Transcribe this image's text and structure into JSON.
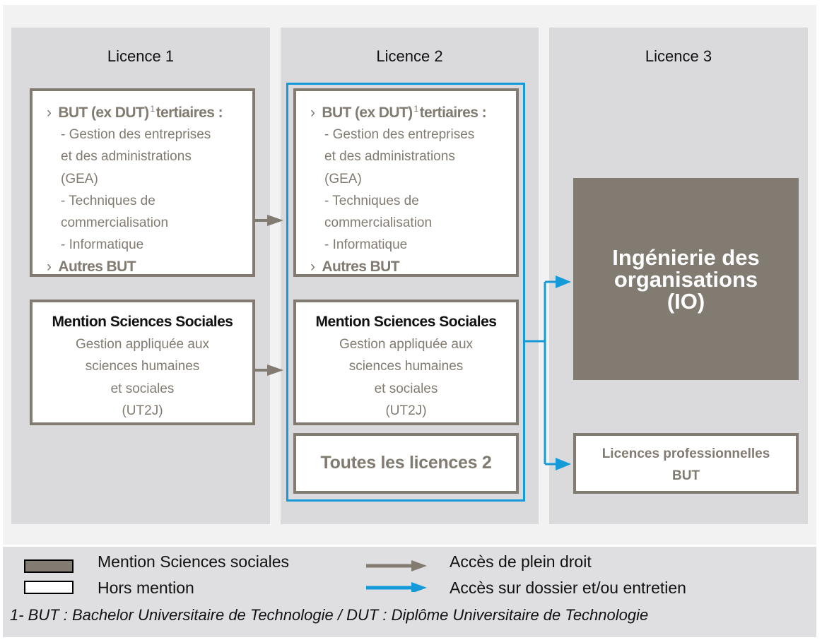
{
  "columns": [
    {
      "title": "Licence 1",
      "but_box": {
        "chevron": "›",
        "heading_pre": "BUT (ex DUT)",
        "footnote_ref": "1",
        "heading_post": "tertiaires :",
        "lines": [
          "- Gestion des entreprises",
          "et des administrations",
          "(GEA)",
          "- Techniques de",
          "commercialisation",
          "- Informatique"
        ],
        "other": "Autres BUT"
      },
      "mention_box": {
        "title": "Mention Sciences Sociales",
        "lines": [
          "Gestion appliquée aux",
          "sciences humaines",
          "et sociales",
          "(UT2J)"
        ]
      }
    },
    {
      "title": "Licence 2",
      "but_box": {
        "chevron": "›",
        "heading_pre": "BUT (ex DUT)",
        "footnote_ref": "1",
        "heading_post": "tertiaires :",
        "lines": [
          "- Gestion des entreprises",
          "et des administrations",
          "(GEA)",
          "- Techniques de",
          "commercialisation",
          "- Informatique"
        ],
        "other": "Autres BUT"
      },
      "mention_box": {
        "title": "Mention Sciences Sociales",
        "lines": [
          "Gestion appliquée aux",
          "sciences humaines",
          "et sociales",
          "(UT2J)"
        ]
      },
      "all_box": "Toutes les licences 2"
    },
    {
      "title": "Licence 3",
      "io_box": [
        "Ingénierie des",
        "organisations",
        "(IO)"
      ],
      "lp_box": [
        "Licences professionnelles",
        "BUT"
      ]
    }
  ],
  "legend": {
    "mention": "Mention Sciences sociales",
    "hors": "Hors mention",
    "plein_droit": "Accès de plein droit",
    "dossier": "Accès sur dossier et/ou entretien",
    "footnote": "1- BUT : Bachelor Universitaire de Technologie / DUT : Diplôme Universitaire de Technologie"
  },
  "colors": {
    "mention_fill": "#817b72",
    "full_access_arrow": "#817b72",
    "application_arrow": "#149ad8",
    "column_bg": "#dad9dc"
  }
}
